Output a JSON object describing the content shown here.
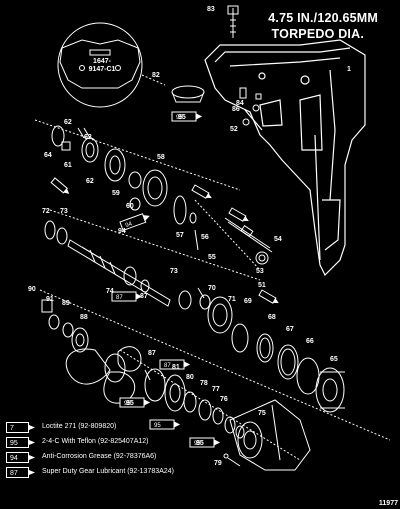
{
  "title": {
    "line1": "4.75 IN./120.65MM",
    "line2": "TORPEDO DIA."
  },
  "detail_label": {
    "line1": "1647-",
    "line2": "9147-C1"
  },
  "figure_number": "11977",
  "callouts": [
    "83",
    "1",
    "82",
    "84",
    "86",
    "95",
    "52",
    "62",
    "64",
    "61",
    "62",
    "63",
    "58",
    "59",
    "60",
    "57",
    "56",
    "72",
    "73",
    "94",
    "54",
    "55",
    "53",
    "51",
    "74",
    "73",
    "70",
    "71",
    "87",
    "90",
    "91",
    "89",
    "88",
    "69",
    "68",
    "67",
    "66",
    "65",
    "87",
    "81",
    "80",
    "78",
    "77",
    "76",
    "75",
    "95",
    "79",
    "95"
  ],
  "legend": [
    {
      "code": "7",
      "label": "Loctite 271 (92-809820)"
    },
    {
      "code": "95",
      "label": "2-4-C  With Teflon (92-825407A12)"
    },
    {
      "code": "94",
      "label": "Anti-Corrosion Grease (92-78376A6)"
    },
    {
      "code": "87",
      "label": "Super Duty Gear Lubricant (92-13783A24)"
    }
  ],
  "colors": {
    "background": "#000000",
    "ink": "#ffffff"
  }
}
